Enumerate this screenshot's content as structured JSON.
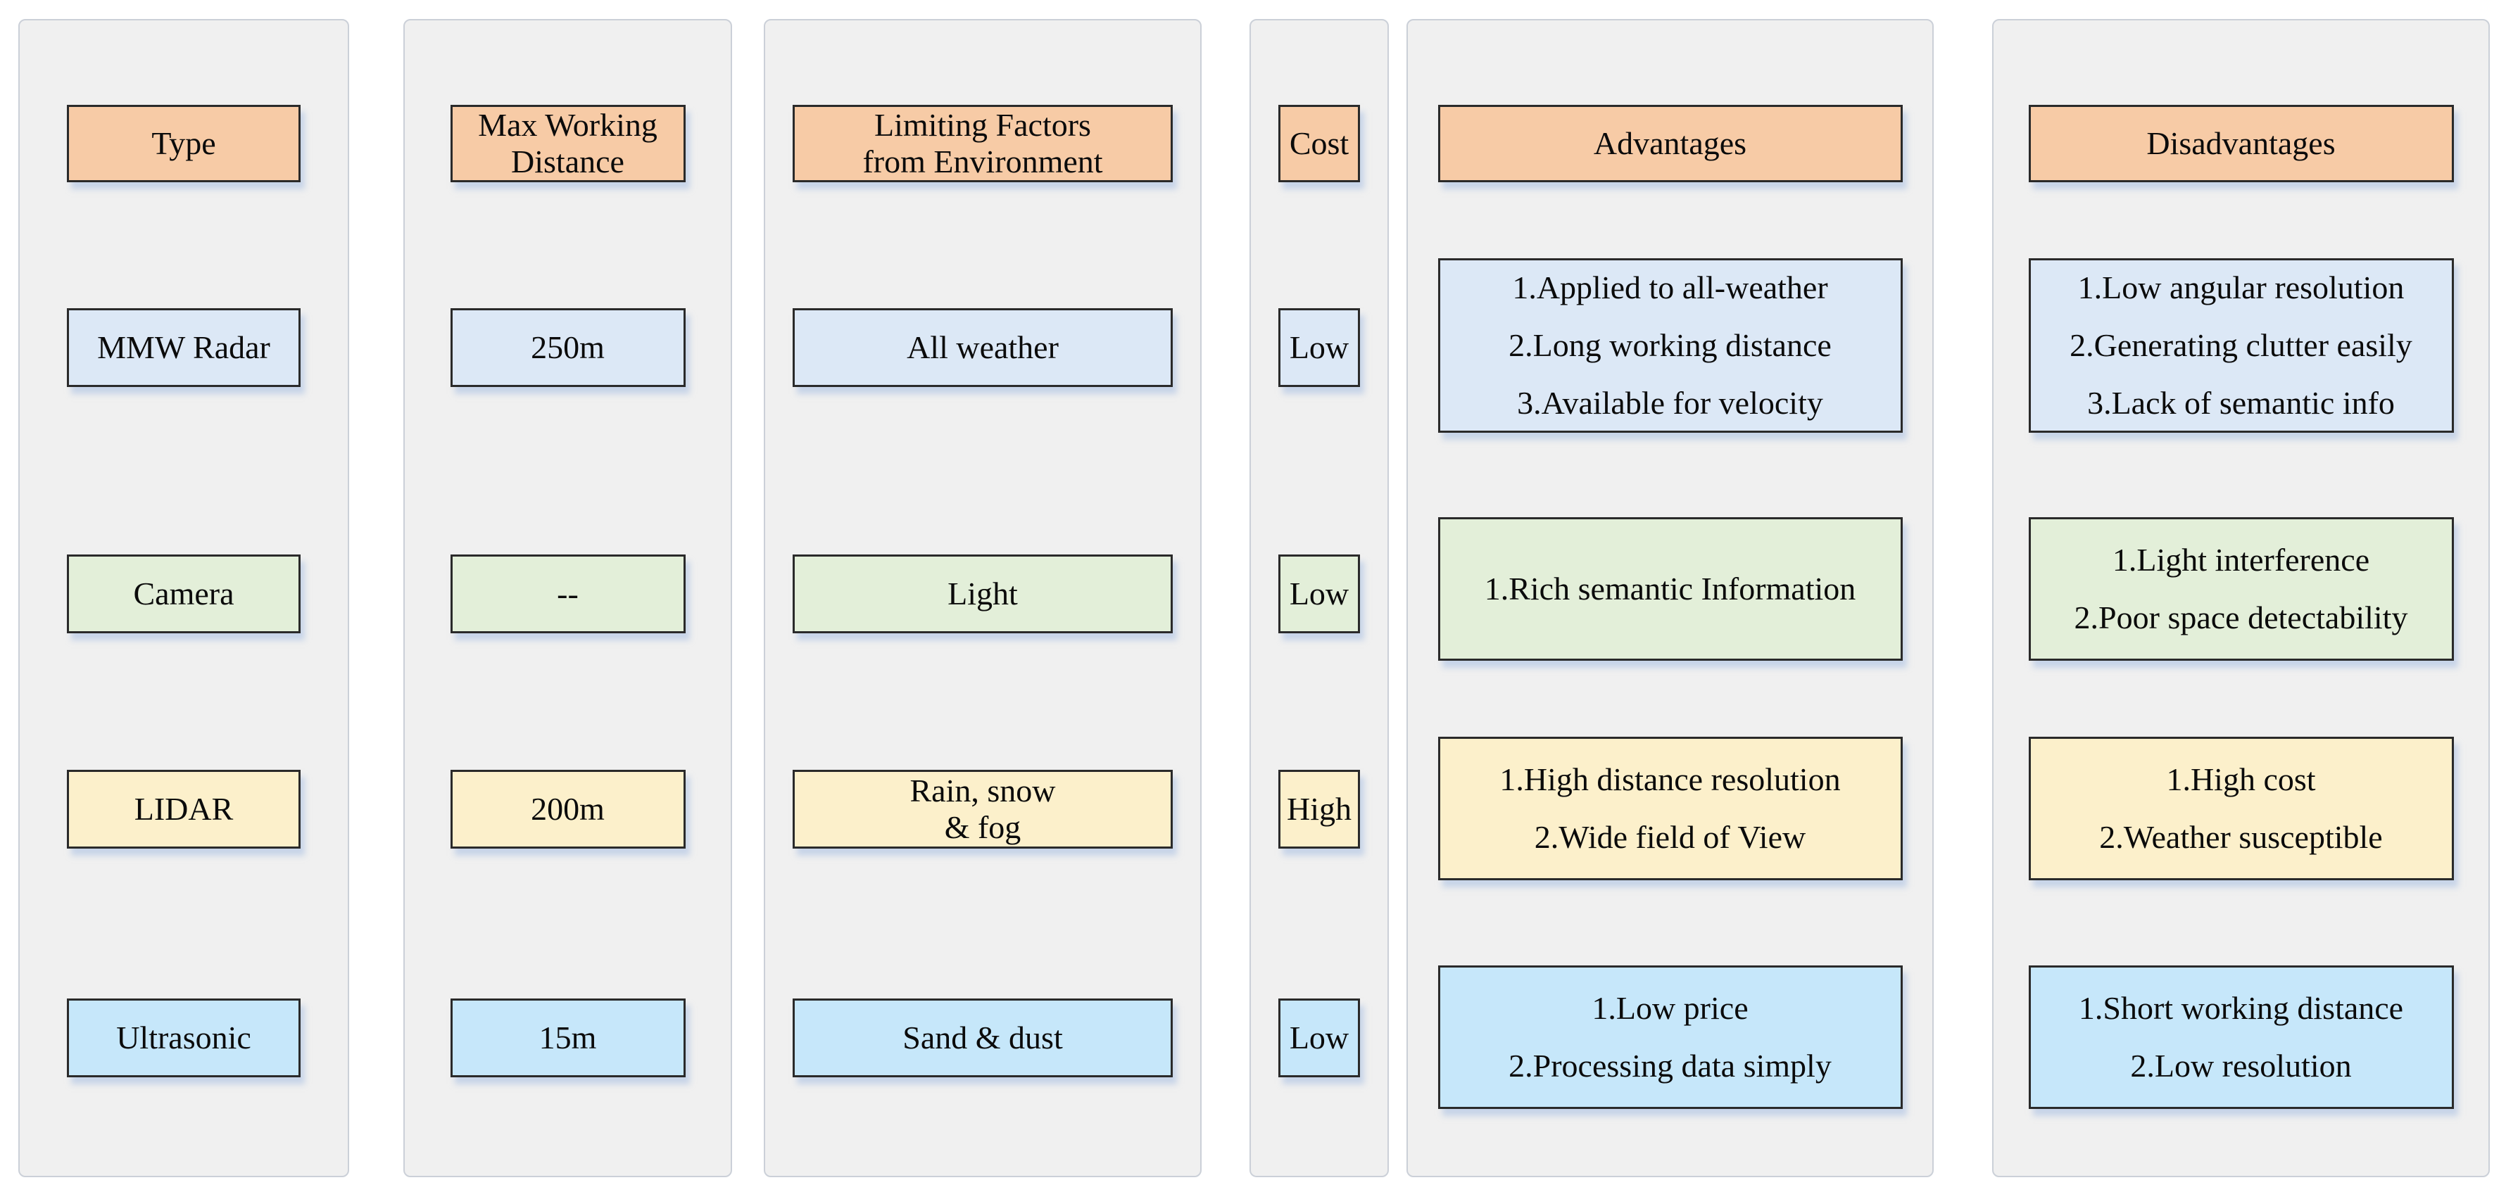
{
  "palette": {
    "page_bg": "#FFFFFF",
    "panel_bg": "#F0F0F0",
    "panel_border": "#CBD0D8",
    "header_fill": "#F7CBA6",
    "row1_fill": "#DCE8F6",
    "row2_fill": "#E3EFD9",
    "row3_fill": "#FCF0CB",
    "row4_fill": "#C6E7FA",
    "box_border": "#2A2A2A",
    "shadow_color": "rgba(166,190,226,0.55)",
    "text_color": "#0B0B0B"
  },
  "columns": [
    {
      "id": "type",
      "header": {
        "lines": [
          "Type"
        ]
      },
      "cells": [
        {
          "row": "MMW Radar",
          "lines": [
            "MMW Radar"
          ]
        },
        {
          "row": "Camera",
          "lines": [
            "Camera"
          ]
        },
        {
          "row": "LIDAR",
          "lines": [
            "LIDAR"
          ]
        },
        {
          "row": "Ultrasonic",
          "lines": [
            "Ultrasonic"
          ]
        }
      ]
    },
    {
      "id": "max-working-distance",
      "header": {
        "lines": [
          "Max Working",
          "Distance"
        ]
      },
      "cells": [
        {
          "row": "MMW Radar",
          "lines": [
            "250m"
          ]
        },
        {
          "row": "Camera",
          "lines": [
            "--"
          ]
        },
        {
          "row": "LIDAR",
          "lines": [
            "200m"
          ]
        },
        {
          "row": "Ultrasonic",
          "lines": [
            "15m"
          ]
        }
      ]
    },
    {
      "id": "limiting-factors",
      "header": {
        "lines": [
          "Limiting Factors",
          "from Environment"
        ]
      },
      "cells": [
        {
          "row": "MMW Radar",
          "lines": [
            "All weather"
          ]
        },
        {
          "row": "Camera",
          "lines": [
            "Light"
          ]
        },
        {
          "row": "LIDAR",
          "lines": [
            "Rain, snow",
            "& fog"
          ]
        },
        {
          "row": "Ultrasonic",
          "lines": [
            "Sand & dust"
          ]
        }
      ]
    },
    {
      "id": "cost",
      "header": {
        "lines": [
          "Cost"
        ]
      },
      "cells": [
        {
          "row": "MMW Radar",
          "lines": [
            "Low"
          ]
        },
        {
          "row": "Camera",
          "lines": [
            "Low"
          ]
        },
        {
          "row": "LIDAR",
          "lines": [
            "High"
          ]
        },
        {
          "row": "Ultrasonic",
          "lines": [
            "Low"
          ]
        }
      ]
    },
    {
      "id": "advantages",
      "header": {
        "lines": [
          "Advantages"
        ]
      },
      "cells": [
        {
          "row": "MMW Radar",
          "lines": [
            "1.Applied to all-weather",
            "2.Long working distance",
            "3.Available for velocity"
          ]
        },
        {
          "row": "Camera",
          "lines": [
            "1.Rich semantic Information"
          ]
        },
        {
          "row": "LIDAR",
          "lines": [
            "1.High distance resolution",
            "2.Wide field of View"
          ]
        },
        {
          "row": "Ultrasonic",
          "lines": [
            "1.Low price",
            "2.Processing data simply"
          ]
        }
      ]
    },
    {
      "id": "disadvantages",
      "header": {
        "lines": [
          "Disadvantages"
        ]
      },
      "cells": [
        {
          "row": "MMW Radar",
          "lines": [
            "1.Low angular resolution",
            "2.Generating clutter easily",
            "3.Lack of semantic info"
          ]
        },
        {
          "row": "Camera",
          "lines": [
            "1.Light interference",
            "2.Poor space detectability"
          ]
        },
        {
          "row": "LIDAR",
          "lines": [
            "1.High cost",
            "2.Weather susceptible"
          ]
        },
        {
          "row": "Ultrasonic",
          "lines": [
            "1.Short working distance",
            "2.Low resolution"
          ]
        }
      ]
    }
  ]
}
